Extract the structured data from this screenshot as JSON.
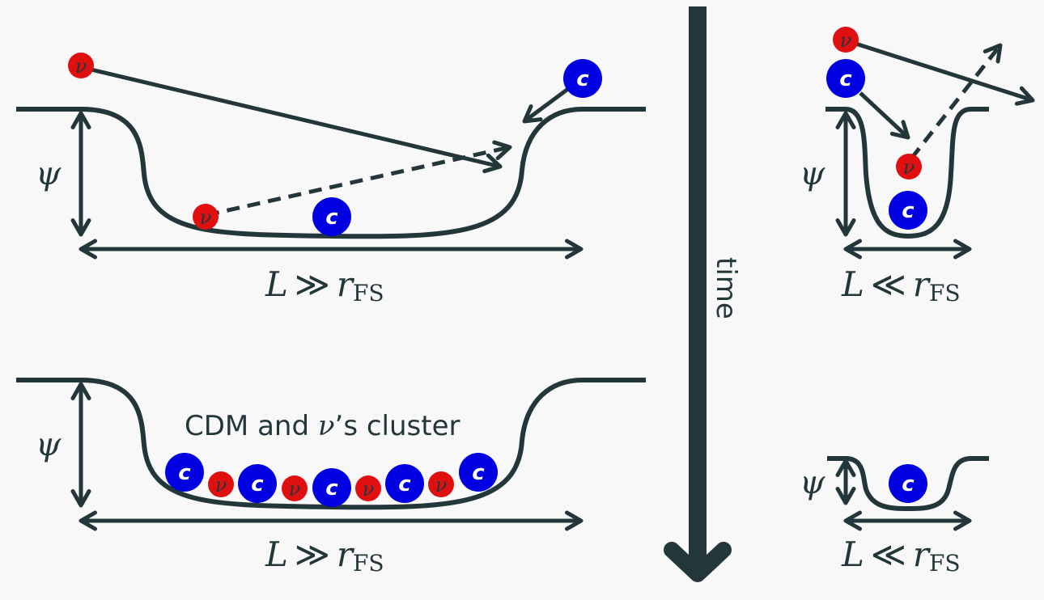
{
  "colors": {
    "background": "#f8f8f8",
    "ink": "#23373b",
    "cdm": "#0000e0",
    "neutrino": "#e01010",
    "particle_text": "#ffffff"
  },
  "symbols": {
    "potential": "ψ",
    "cdm": "c",
    "neutrino": "ν"
  },
  "time_label": "time",
  "panels": {
    "top_left": {
      "L": "L",
      "relation": "≫",
      "r": "r",
      "sub": "FS"
    },
    "bottom_left": {
      "L": "L",
      "relation": "≫",
      "r": "r",
      "sub": "FS",
      "caption_pre": "CDM and ",
      "caption_nu": "ν",
      "caption_post": "’s cluster"
    },
    "top_right": {
      "L": "L",
      "relation": "≪",
      "r": "r",
      "sub": "FS"
    },
    "bottom_right": {
      "L": "L",
      "relation": "≪",
      "r": "r",
      "sub": "FS"
    }
  }
}
